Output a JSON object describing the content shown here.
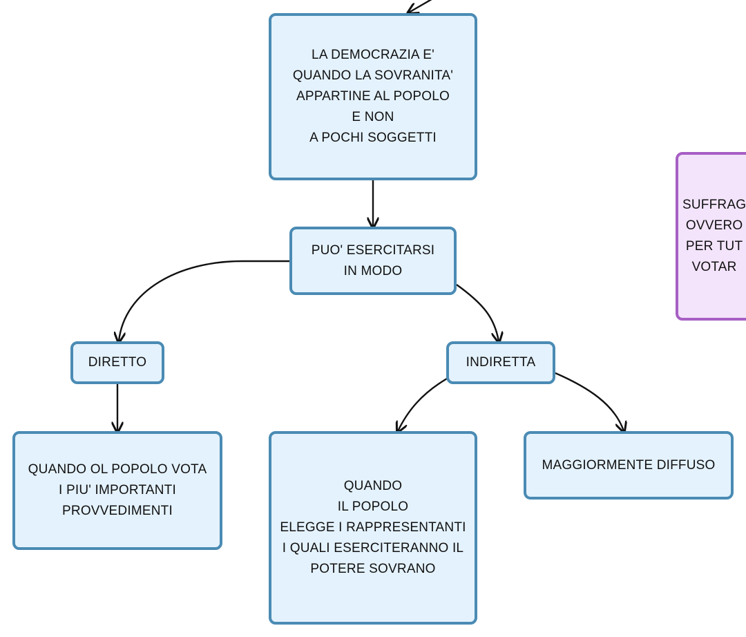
{
  "nodes": {
    "definition": "LA DEMOCRAZIA E'\nQUANDO LA SOVRANITA'\nAPPARTINE AL POPOLO\nE NON\nA POCHI SOGGETTI",
    "modes": "PUO' ESERCITARSI\nIN MODO",
    "direct": "DIRETTO",
    "indirect": "INDIRETTA",
    "direct_desc": "QUANDO OL POPOLO VOTA\nI PIU' IMPORTANTI\nPROVVEDIMENTI",
    "indirect_desc": "QUANDO\nIL POPOLO\nELEGGE I RAPPRESENTANTI\nI QUALI ESERCITERANNO IL\nPOTERE SOVRANO",
    "indirect_note": "MAGGIORMENTE DIFFUSO",
    "suffrage_partial": "SUFFRAG\nOVVERO\nPER TUT\nVOTAR"
  },
  "colors": {
    "node_border": "#4a8bb4",
    "node_fill": "#e4f2fd",
    "purple_border": "#a75fc4",
    "purple_fill": "#f3e4fb",
    "connector": "#111111"
  }
}
